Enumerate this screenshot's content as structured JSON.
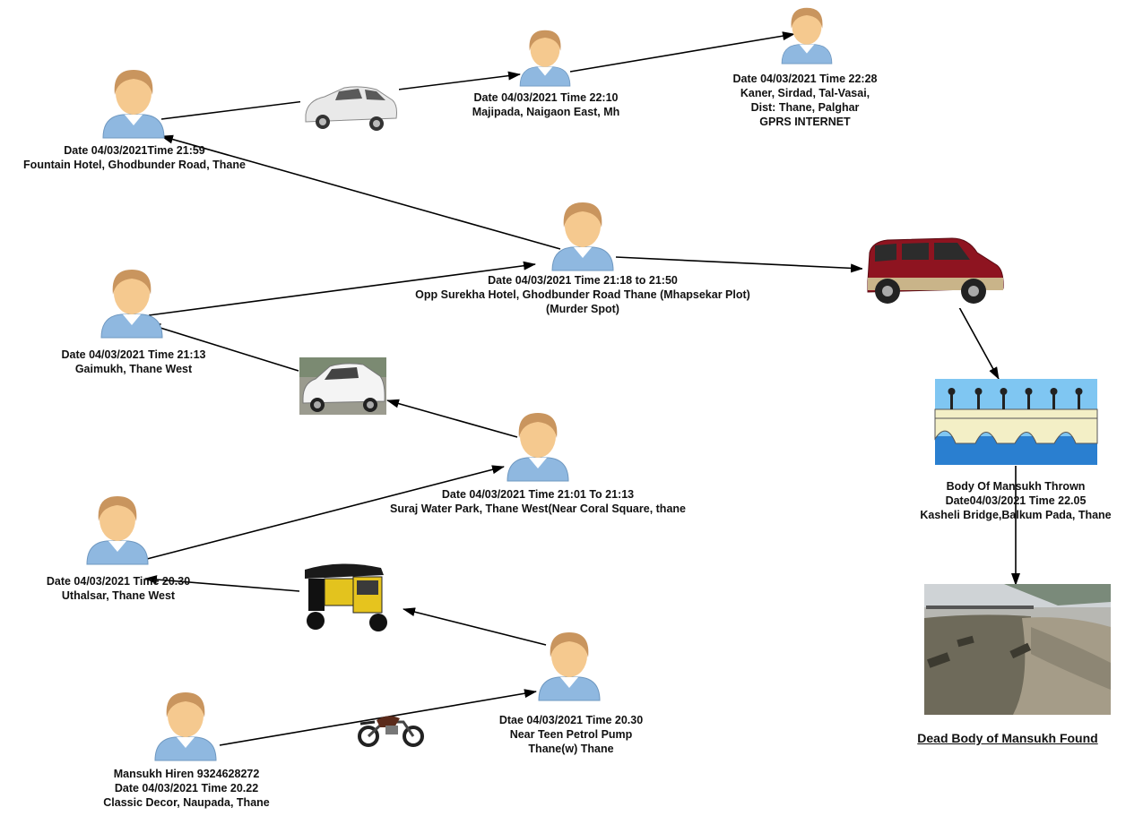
{
  "nodes": {
    "fountain_hotel": {
      "lines": [
        "Date 04/03/2021Time 21:59",
        "Fountain Hotel, Ghodbunder Road, Thane"
      ]
    },
    "majipada": {
      "lines": [
        "Date 04/03/2021 Time 22:10",
        "Majipada, Naigaon East, Mh"
      ]
    },
    "kaner": {
      "lines": [
        "Date 04/03/2021 Time 22:28",
        "Kaner, Sirdad, Tal-Vasai,",
        "Dist: Thane, Palghar",
        "GPRS INTERNET"
      ]
    },
    "murder_spot": {
      "lines": [
        "Date 04/03/2021 Time 21:18 to 21:50",
        "Opp Surekha Hotel, Ghodbunder Road Thane (Mhapsekar Plot)",
        "(Murder Spot)"
      ]
    },
    "gaimukh": {
      "lines": [
        "Date 04/03/2021 Time 21:13",
        "Gaimukh, Thane West"
      ]
    },
    "suraj_water_park": {
      "lines": [
        "Date 04/03/2021 Time 21:01 To 21:13",
        "Suraj Water Park, Thane West(Near Coral Square, thane"
      ]
    },
    "uthalsar": {
      "lines": [
        "Date 04/03/2021 Time 20.30",
        "Uthalsar, Thane West"
      ]
    },
    "teen_petrol_pump": {
      "lines": [
        "Dtae 04/03/2021 Time 20.30",
        "Near Teen Petrol Pump",
        "Thane(w)  Thane"
      ]
    },
    "mansukh": {
      "lines": [
        "Mansukh Hiren 9324628272",
        "Date 04/03/2021 Time 20.22",
        "Classic Decor, Naupada, Thane"
      ]
    },
    "kasheli_bridge": {
      "lines": [
        "Body Of Mansukh Thrown",
        "Date04/03/2021 Time 22.05",
        "Kasheli Bridge,Balkum Pada, Thane"
      ]
    },
    "dead_body": {
      "lines": [
        "Dead Body of Mansukh Found"
      ]
    }
  },
  "images": {
    "car_top": "white-hatchback-car",
    "car_mid": "white-hatchback-car",
    "suv": "red-suv",
    "auto_rickshaw": "auto-rickshaw",
    "motorcycle": "motorcycle",
    "bridge": "bridge-illustration",
    "creek_photo": "creek-photo"
  },
  "colors": {
    "person_head": "#f5c98f",
    "person_hair": "#c9955e",
    "person_body": "#8fb8e0",
    "arrow": "#000000"
  }
}
